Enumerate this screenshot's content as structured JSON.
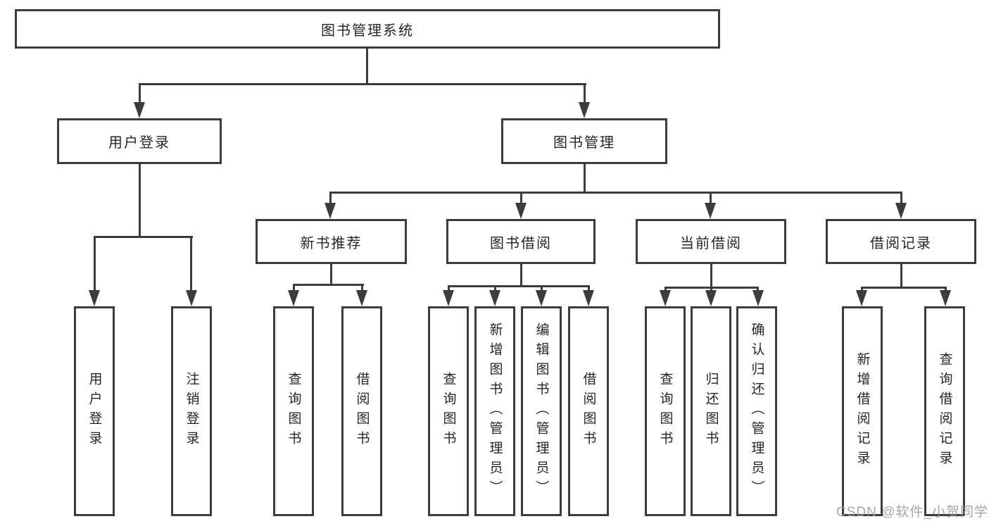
{
  "diagram": {
    "root": {
      "label": "图书管理系统"
    },
    "branches": [
      {
        "label": "用户登录",
        "children": [
          {
            "label": "用户登录"
          },
          {
            "label": "注销登录"
          }
        ]
      },
      {
        "label": "图书管理",
        "children": [
          {
            "label": "新书推荐",
            "children": [
              {
                "label": "查询图书"
              },
              {
                "label": "借阅图书"
              }
            ]
          },
          {
            "label": "图书借阅",
            "children": [
              {
                "label": "查询图书"
              },
              {
                "label": "新增图书（管理员）"
              },
              {
                "label": "编辑图书（管理员）"
              },
              {
                "label": "借阅图书"
              }
            ]
          },
          {
            "label": "当前借阅",
            "children": [
              {
                "label": "查询图书"
              },
              {
                "label": "归还图书"
              },
              {
                "label": "确认归还（管理员）"
              }
            ]
          },
          {
            "label": "借阅记录",
            "children": [
              {
                "label": "新增借阅记录"
              },
              {
                "label": "查询借阅记录"
              }
            ]
          }
        ]
      }
    ]
  },
  "watermark": {
    "text": "CSDN @软件_小贺同学"
  },
  "colors": {
    "line": "#3c3c3c",
    "text": "#262626",
    "background": "#ffffff",
    "watermark": "#9c9c9c"
  }
}
